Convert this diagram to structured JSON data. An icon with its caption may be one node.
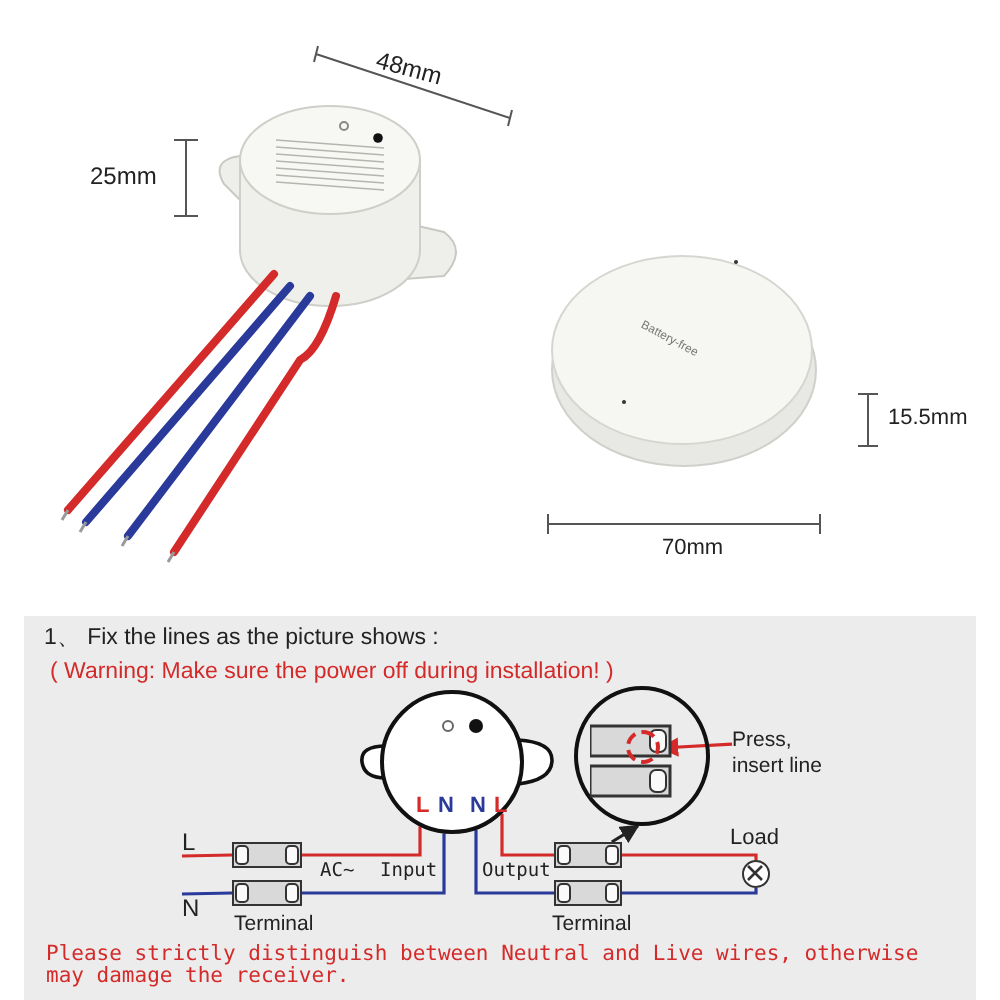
{
  "diagram": {
    "title": "1、 Fix the lines as the picture shows :",
    "nodes": [
      {
        "text": [
          "L"
        ]
      },
      {
        "text": [
          "N"
        ]
      },
      {
        "text": [],
        "shape": "box"
      },
      {
        "text": [],
        "shape": "box"
      },
      {
        "text": [
          "L",
          "N",
          "N",
          "L"
        ]
      },
      {
        "text": [],
        "shape": "box"
      },
      {
        "text": [],
        "shape": "box"
      },
      {
        "text": [],
        "shape": "circle",
        "beside": [
          "Load"
        ]
      },
      {
        "text": [],
        "shape": "circle"
      },
      {
        "text": [],
        "shape": "circle",
        "in": 8
      },
      {
        "text": [
          "Press, insert line"
        ]
      }
    ],
    "edges": [
      {
        "from": 0,
        "to": 2,
        "arrow": "none",
        "color": "#d42a2a"
      },
      {
        "from": 1,
        "to": 3,
        "arrow": "none",
        "color": "#2a3a9a"
      },
      {
        "from": 2,
        "to": 4,
        "arrow": "none",
        "color": "#d42a2a"
      },
      {
        "from": 3,
        "to": 4,
        "arrow": "none",
        "color": "#2a3a9a"
      },
      {
        "from": 4,
        "to": 6,
        "arrow": "none",
        "color": "#2a3a9a"
      },
      {
        "from": 4,
        "to": 5,
        "arrow": "none",
        "color": "#d42a2a"
      },
      {
        "from": 5,
        "to": 7,
        "arrow": "none",
        "color": "#d42a2a"
      },
      {
        "from": 6,
        "to": 7,
        "arrow": "none",
        "color": "#2a3a9a"
      },
      {
        "from": 5,
        "to": 8,
        "arrow": "to",
        "color": "#222222"
      },
      {
        "from": 10,
        "to": 9,
        "arrow": "to",
        "color": "#d42a2a"
      }
    ],
    "labels": [
      "48mm",
      "25mm",
      "Battery-free",
      "15.5mm",
      "70mm",
      "( Warning: Make sure the power off during installation! )",
      "AC~",
      "Input",
      "Output",
      "Terminal",
      "Terminal",
      "Please strictly distinguish between Neutral and Live wires, otherwise may damage the receiver."
    ]
  }
}
